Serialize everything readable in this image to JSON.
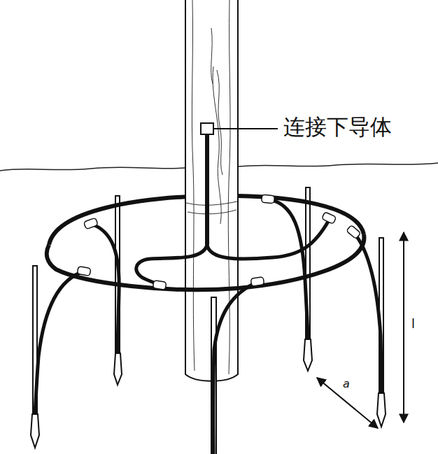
{
  "diagram": {
    "labels": [
      "连接下导体",
      "l",
      "a"
    ]
  }
}
